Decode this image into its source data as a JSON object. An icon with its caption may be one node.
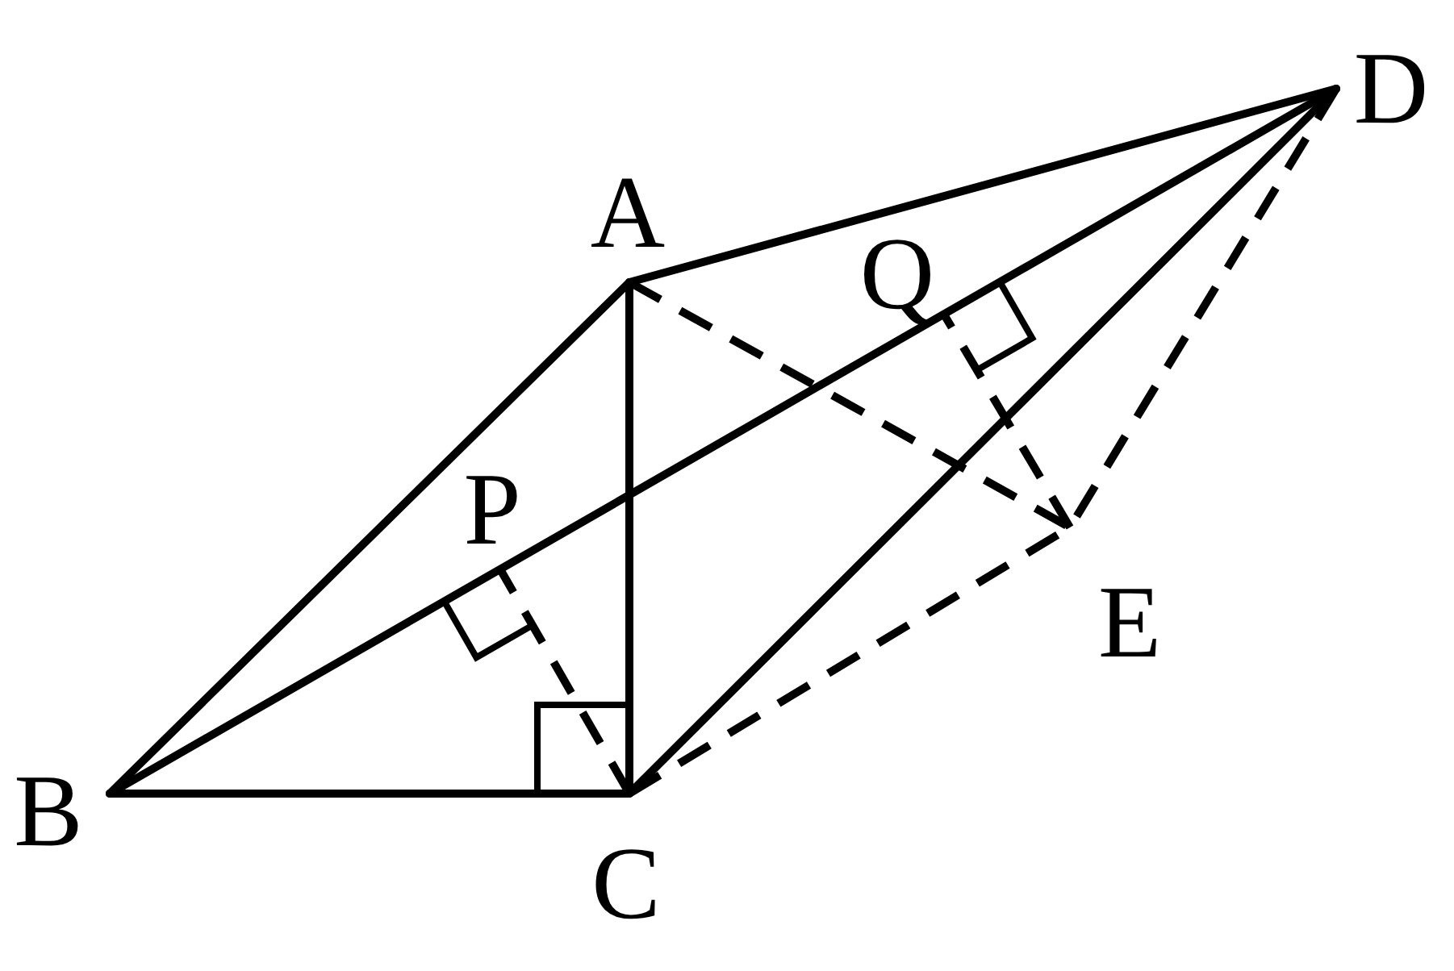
{
  "diagram": {
    "nodes": [
      {
        "text": [
          "A"
        ]
      },
      {
        "text": [
          "B"
        ]
      },
      {
        "text": [
          "C"
        ]
      },
      {
        "text": [
          "D"
        ]
      },
      {
        "text": [
          "E"
        ]
      },
      {
        "text": [
          "P"
        ]
      },
      {
        "text": [
          "Q"
        ]
      }
    ],
    "edges": [
      {
        "from": 0,
        "to": 1,
        "arrow": "none"
      },
      {
        "from": 1,
        "to": 2,
        "arrow": "none"
      },
      {
        "from": 0,
        "to": 2,
        "arrow": "none"
      },
      {
        "from": 0,
        "to": 3,
        "arrow": "none"
      },
      {
        "from": 1,
        "to": 3,
        "arrow": "none"
      },
      {
        "from": 2,
        "to": 3,
        "arrow": "none"
      },
      {
        "from": 0,
        "to": 4,
        "arrow": "none",
        "style": "dashed"
      },
      {
        "from": 2,
        "to": 4,
        "arrow": "none",
        "style": "dashed"
      },
      {
        "from": 3,
        "to": 4,
        "arrow": "none",
        "style": "dashed"
      },
      {
        "from": 2,
        "to": 5,
        "arrow": "none",
        "style": "dashed"
      },
      {
        "from": 4,
        "to": 6,
        "arrow": "none",
        "style": "dashed"
      }
    ]
  }
}
